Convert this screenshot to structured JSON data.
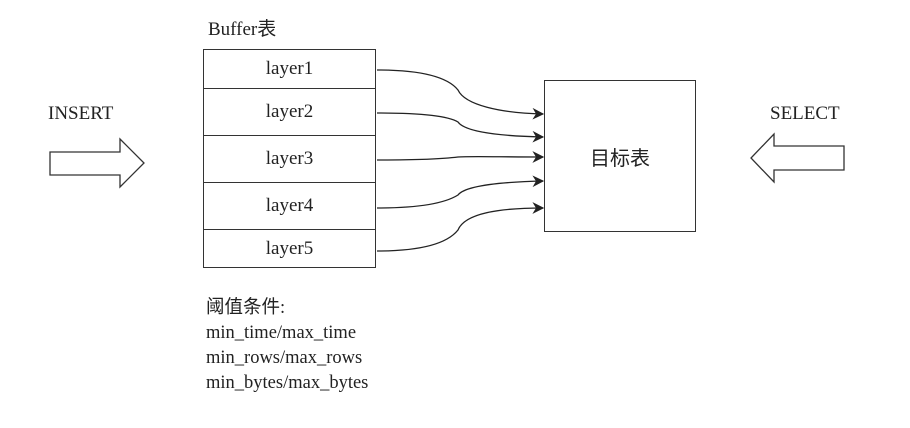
{
  "buffer": {
    "title": "Buffer表",
    "layers": [
      "layer1",
      "layer2",
      "layer3",
      "layer4",
      "layer5"
    ]
  },
  "target": {
    "label": "目标表"
  },
  "insert": {
    "label": "INSERT",
    "icon": "arrow-right-icon"
  },
  "select": {
    "label": "SELECT",
    "icon": "arrow-left-icon"
  },
  "conditions": {
    "title": "阈值条件:",
    "items": [
      "min_time/max_time",
      "min_rows/max_rows",
      "min_bytes/max_bytes"
    ]
  },
  "edges": [
    {
      "from": "layer1",
      "to": "目标表"
    },
    {
      "from": "layer2",
      "to": "目标表"
    },
    {
      "from": "layer3",
      "to": "目标表"
    },
    {
      "from": "layer4",
      "to": "目标表"
    },
    {
      "from": "layer5",
      "to": "目标表"
    }
  ]
}
